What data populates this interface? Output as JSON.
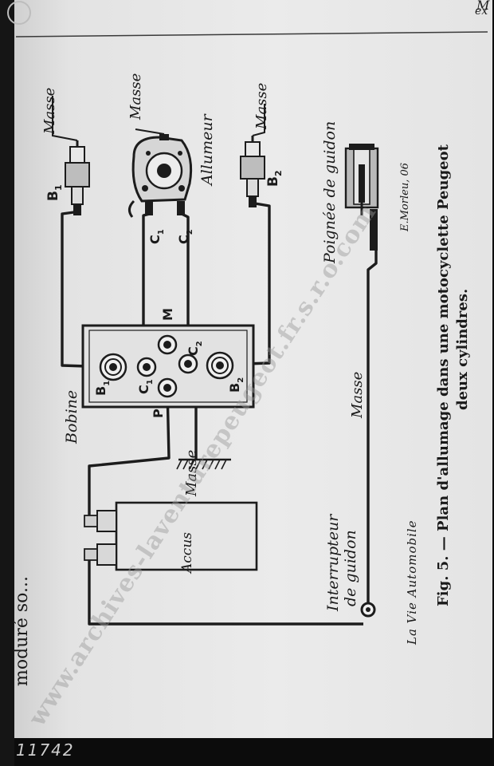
{
  "caption": {
    "line1": "Fig. 5.  —  Plan d'allumage dans une motocyclette Peugeot",
    "line2": "deux cylindres."
  },
  "publication": "La Vie Automobile",
  "artist_signature": "E.Morleu, 06",
  "watermark": "www.archives-laventurepeugeot.fr.s.r.o.com",
  "plate_number": "11742",
  "page_fragments": {
    "top_right_1": "M",
    "top_right_2": "ex",
    "left_edge": "moduré so..."
  },
  "components": {
    "bobine": "Bobine",
    "allumeur": "Allumeur",
    "accus": "Accus",
    "poignee": "Poignée de guidon",
    "interrupteur_line1": "Interrupteur",
    "interrupteur_line2": "de guidon"
  },
  "ground_label": "Masse",
  "terminals": {
    "b1": "B",
    "b1_sub": "1",
    "b2": "B",
    "b2_sub": "2",
    "c1": "C",
    "c1_sub": "1",
    "c2": "C",
    "c2_sub": "2",
    "m": "M",
    "p": "P"
  },
  "colors": {
    "paper": "#e6e6e6",
    "ink": "#1c1c1c",
    "film_border": "#0c0c0c"
  }
}
